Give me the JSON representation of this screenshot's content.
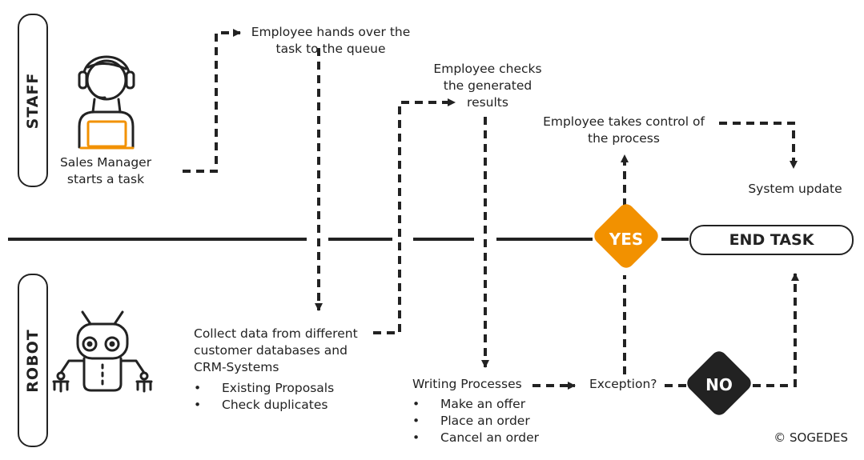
{
  "lanes": {
    "staff": "STAFF",
    "robot": "ROBOT"
  },
  "nodes": {
    "sales_manager": [
      "Sales Manager",
      "starts a task"
    ],
    "hands_over": [
      "Employee hands over the",
      "task to the queue"
    ],
    "checks_results": [
      "Employee checks",
      "the generated",
      "results"
    ],
    "takes_control": [
      "Employee takes control of",
      "the process"
    ],
    "system_update": "System update",
    "collect_data": [
      "Collect data from different",
      "customer databases and",
      "CRM-Systems"
    ],
    "collect_bullets": [
      "Existing Proposals",
      "Check duplicates"
    ],
    "writing_processes": "Writing Processes",
    "writing_bullets": [
      "Make an offer",
      "Place an order",
      "Cancel an order"
    ],
    "exception": "Exception?",
    "yes": "YES",
    "no": "NO",
    "end_task": "END TASK"
  },
  "icons": {
    "staff": "sales-manager-headset-laptop-icon",
    "robot": "robot-icon"
  },
  "colors": {
    "accent": "#F29100",
    "dark": "#222222"
  },
  "copyright": "© SOGEDES"
}
